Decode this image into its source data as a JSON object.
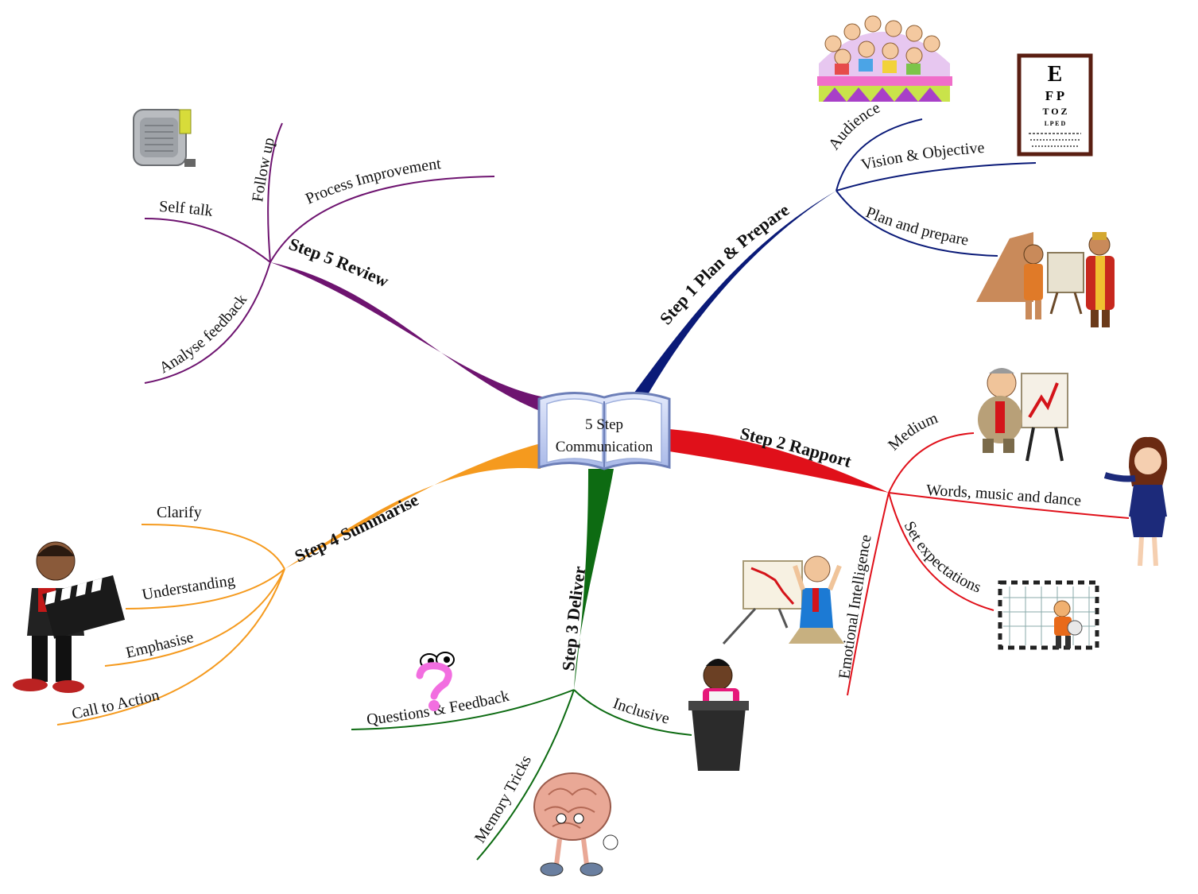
{
  "center": {
    "line1": "5 Step",
    "line2": "Communication"
  },
  "colors": {
    "step1": "#0a1a78",
    "step2": "#e0101a",
    "step3": "#0d6b12",
    "step4": "#f59a1e",
    "step5": "#6e1470",
    "book": "#b9c7ee"
  },
  "branches": {
    "step1": {
      "label": "Step 1 Plan & Prepare",
      "children": [
        "Audience",
        "Vision & Objective",
        "Plan and prepare"
      ]
    },
    "step2": {
      "label": "Step 2 Rapport",
      "children": [
        "Medium",
        "Words, music and dance",
        "Set expectations",
        "Emotional Intelligence"
      ]
    },
    "step3": {
      "label": "Step 3 Deliver",
      "children": [
        "Questions & Feedback",
        "Inclusive",
        "Memory Tricks"
      ]
    },
    "step4": {
      "label": "Step 4 Summarise",
      "children": [
        "Clarify",
        "Understanding",
        "Emphasise",
        "Call to Action"
      ]
    },
    "step5": {
      "label": "Step 5 Review",
      "children": [
        "Follow up",
        "Process Improvement",
        "Self talk",
        "Analyse feedback"
      ]
    }
  },
  "eye_chart": {
    "row1": "E",
    "row2": "F P",
    "row3": "T O Z",
    "row4": "L P E D"
  },
  "icons": [
    "tape-measure-icon",
    "audience-icon",
    "eye-chart-icon",
    "teachers-icon",
    "presenter-chart-icon",
    "hostess-icon",
    "goalkeeper-icon",
    "falling-chart-icon",
    "speaker-podium-icon",
    "brain-icon",
    "question-mark-icon",
    "clapperboard-icon"
  ]
}
